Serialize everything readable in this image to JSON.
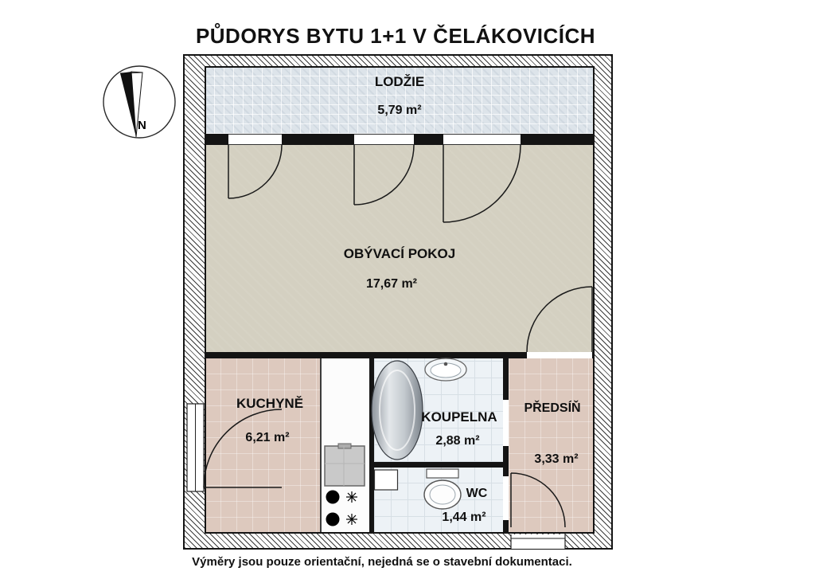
{
  "title": "PŮDORYS BYTU 1+1 V ČELÁKOVICÍCH",
  "disclaimer": "Výměry jsou pouze orientační, nejedná se o stavební dokumentaci.",
  "compass": {
    "north_label": "N"
  },
  "rooms": {
    "lodzie": {
      "name": "LODŽIE",
      "area": "5,79 m²"
    },
    "obyvaci_pokoj": {
      "name": "OBÝVACÍ POKOJ",
      "area": "17,67 m²"
    },
    "kuchyne": {
      "name": "KUCHYNĚ",
      "area": "6,21 m²"
    },
    "koupelna": {
      "name": "KOUPELNA",
      "area": "2,88 m²"
    },
    "wc": {
      "name": "WC",
      "area": "1,44 m²"
    },
    "predsin": {
      "name": "PŘEDSÍŇ",
      "area": "3,33 m²"
    }
  },
  "colors": {
    "wall": "#141414",
    "living_floor": "#d4d0c1",
    "kitchen_hall_floor": "#ddc9be",
    "loggia_floor": "#dde4ea",
    "bath_floor": "#edf2f6",
    "text": "#101010"
  }
}
